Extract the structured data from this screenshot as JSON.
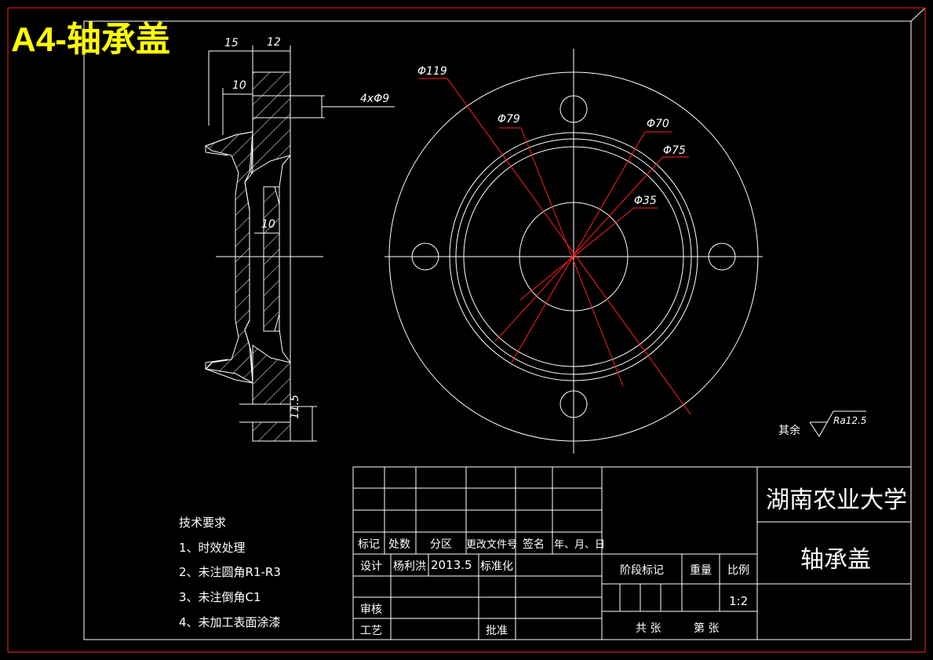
{
  "sheet_title": "A4-轴承盖",
  "dimensions": {
    "d15": "15",
    "d12": "12",
    "d10_top": "10",
    "holes": "4xΦ9",
    "d10_groove": "10",
    "d11_5": "11.5",
    "phi119": "Φ119",
    "phi79": "Φ79",
    "phi70": "Φ70",
    "phi75": "Φ75",
    "phi35": "Φ35"
  },
  "roughness": {
    "label": "其余",
    "value": "Ra12.5"
  },
  "tech_requirements": {
    "heading": "技术要求",
    "items": [
      "1、时效处理",
      "2、未注圆角R1-R3",
      "3、未注倒角C1",
      "4、未加工表面涂漆"
    ]
  },
  "title_block": {
    "headers": [
      "标记",
      "处数",
      "分区",
      "更改文件号",
      "签名",
      "年、月、日"
    ],
    "design_label": "设计",
    "designer": "杨利洪",
    "date": "2013.5",
    "standardization": "标准化",
    "review": "审核",
    "process": "工艺",
    "approve": "批准",
    "stage_mark": "阶段标记",
    "weight": "重量",
    "scale_label": "比例",
    "scale": "1:2",
    "sheets_total": "共   张",
    "sheet_no": "第 张",
    "university": "湖南农业大学",
    "part_name": "轴承盖"
  }
}
